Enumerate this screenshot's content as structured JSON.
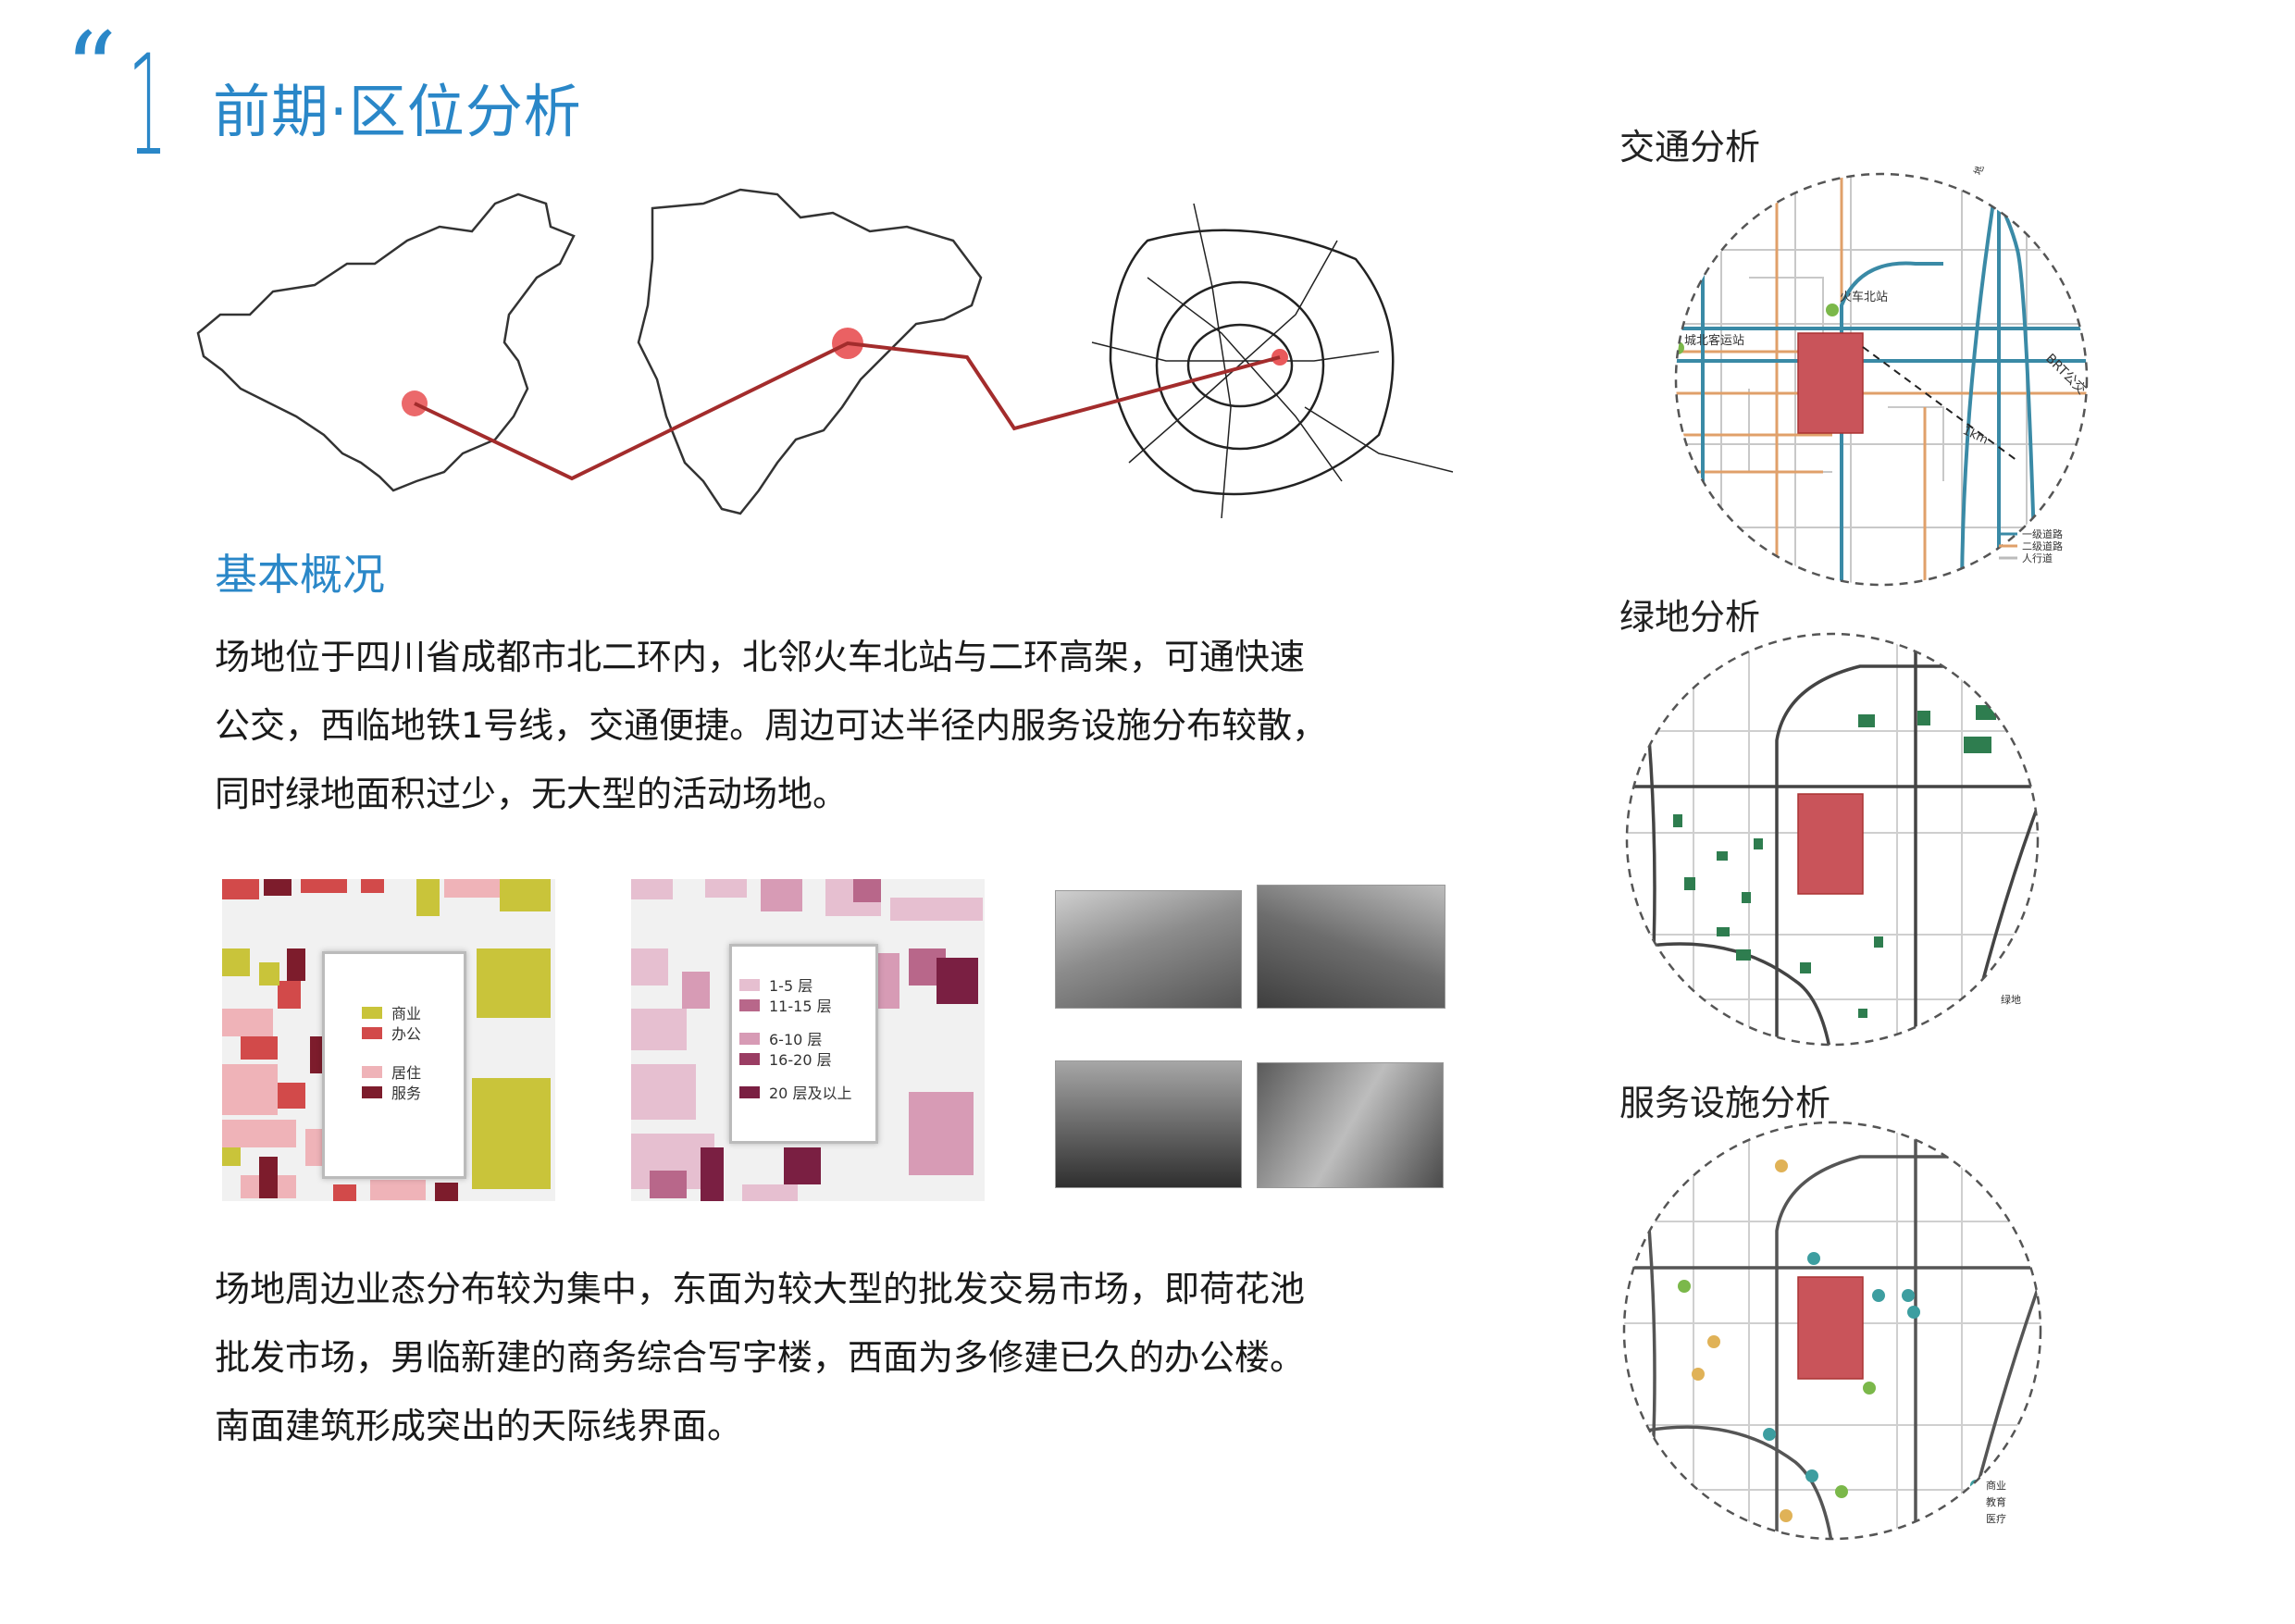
{
  "header": {
    "quote_mark": "“",
    "number": "1",
    "title": "前期·区位分析"
  },
  "overview": {
    "title": "基本概况",
    "para1_lines": [
      "场地位于四川省成都市北二环内，北邻火车北站与二环高架，可通快速",
      "公交，西临地铁1号线，交通便捷。周边可达半径内服务设施分布较散，",
      "同时绿地面积过少，无大型的活动场地。"
    ],
    "para2_lines": [
      "场地周边业态分布较为集中，东面为较大型的批发交易市场，即荷花池",
      "批发市场，男临新建的商务综合写字楼，西面为多修建已久的办公楼。",
      "南面建筑形成突出的天际线界面。"
    ]
  },
  "landuse_map": {
    "legend": [
      {
        "label": "商业",
        "color": "#c9c43a"
      },
      {
        "label": "办公",
        "color": "#d24a4a"
      },
      {
        "label": "居住",
        "color": "#efb3b8"
      },
      {
        "label": "服务",
        "color": "#7d1c2c"
      }
    ]
  },
  "height_map": {
    "legend": [
      {
        "label": "1-5 层",
        "color": "#e6bfd0"
      },
      {
        "label": "11-15 层",
        "color": "#b8678a"
      },
      {
        "label": "6-10 层",
        "color": "#d79bb5"
      },
      {
        "label": "16-20 层",
        "color": "#9a3d63"
      },
      {
        "label": "20 层及以上",
        "color": "#7a1f42"
      }
    ]
  },
  "traffic": {
    "title": "交通分析",
    "labels": {
      "station": "火车北站",
      "bus": "城北客运站",
      "brt": "BRT公交",
      "metro": "地铁1号线",
      "scale": "1km"
    },
    "legend": [
      {
        "label": "一级道路",
        "color": "#3a8aa6"
      },
      {
        "label": "二级道路",
        "color": "#e0a06a"
      },
      {
        "label": "人行道",
        "color": "#bbbbbb"
      }
    ]
  },
  "green": {
    "title": "绿地分析",
    "legend": [
      {
        "label": "绿地",
        "color": "#2e7d4f"
      }
    ]
  },
  "service": {
    "title": "服务设施分析",
    "legend": [
      {
        "label": "商业",
        "color": "#3d9ea0"
      },
      {
        "label": "教育",
        "color": "#7bb84a"
      },
      {
        "label": "医疗",
        "color": "#e0b257"
      }
    ]
  },
  "colors": {
    "accent": "#2a87c8",
    "site": "#c9545a",
    "route": "#a32c2c",
    "dot": "#e9595b"
  }
}
